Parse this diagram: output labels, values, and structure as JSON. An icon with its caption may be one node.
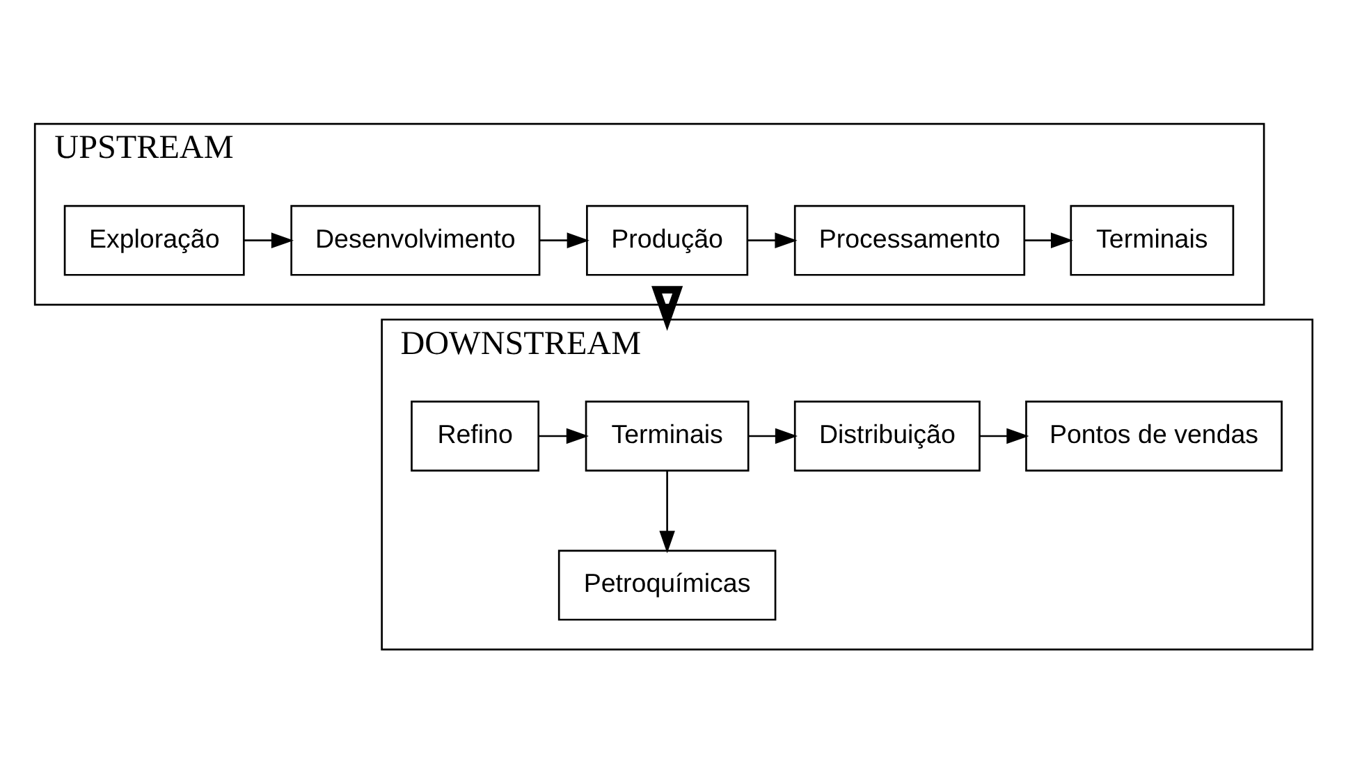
{
  "diagram": {
    "nodes": [
      {
        "text": [
          "UPSTREAM"
        ]
      },
      {
        "text": [
          "Exploração"
        ],
        "in": 0
      },
      {
        "text": [
          "Desenvolvimento"
        ],
        "in": 0
      },
      {
        "text": [
          "Produção"
        ],
        "in": 0
      },
      {
        "text": [
          "Processamento"
        ],
        "in": 0
      },
      {
        "text": [
          "Terminais"
        ],
        "in": 0
      },
      {
        "text": [
          "DOWNSTREAM"
        ]
      },
      {
        "text": [
          "Refino"
        ],
        "in": 6
      },
      {
        "text": [
          "Terminais"
        ],
        "in": 6
      },
      {
        "text": [
          "Distribuição"
        ],
        "in": 6
      },
      {
        "text": [
          "Pontos de vendas"
        ],
        "in": 6
      },
      {
        "text": [
          "Petroquímicas"
        ],
        "in": 6
      }
    ],
    "edges": [
      {
        "from": 1,
        "to": 2,
        "arrow": "to"
      },
      {
        "from": 2,
        "to": 3,
        "arrow": "to"
      },
      {
        "from": 3,
        "to": 4,
        "arrow": "to"
      },
      {
        "from": 4,
        "to": 5,
        "arrow": "to"
      },
      {
        "from": 0,
        "to": 6,
        "arrow": "to",
        "style": "thick"
      },
      {
        "from": 7,
        "to": 8,
        "arrow": "to"
      },
      {
        "from": 8,
        "to": 9,
        "arrow": "to"
      },
      {
        "from": 9,
        "to": 10,
        "arrow": "to"
      },
      {
        "from": 8,
        "to": 11,
        "arrow": "to"
      }
    ]
  }
}
